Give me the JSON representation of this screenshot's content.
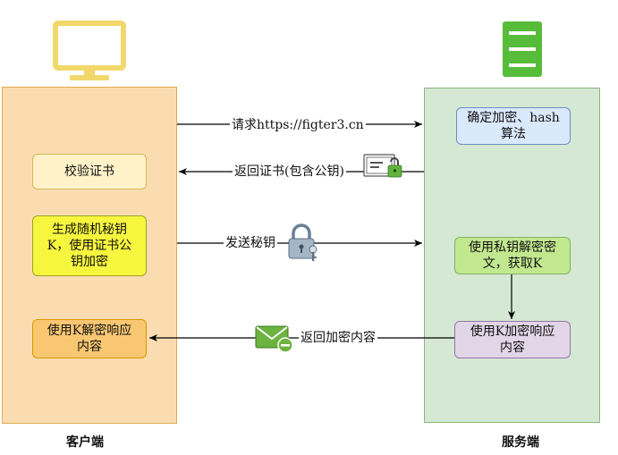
{
  "lanes": {
    "client": {
      "label": "客户端"
    },
    "server": {
      "label": "服务端"
    }
  },
  "client_steps": {
    "verify_cert": "校验证书",
    "gen_key_line1": "生成随机秘钥",
    "gen_key_line2": "K，使用证书公",
    "gen_key_line3": "钥加密",
    "decrypt_line1": "使用K解密响应",
    "decrypt_line2": "内容"
  },
  "server_steps": {
    "choose_alg_line1": "确定加密、hash",
    "choose_alg_line2": "算法",
    "decrypt_key_line1": "使用私钥解密密",
    "decrypt_key_line2": "文，获取K",
    "encrypt_line1": "使用K加密响应",
    "encrypt_line2": "内容"
  },
  "edges": {
    "request": "请求https://figter3.cn",
    "return_cert": "返回证书(包含公钥)",
    "send_key": "发送秘钥",
    "return_content": "返回加密内容"
  },
  "icons": {
    "client": "monitor-icon",
    "server": "server-icon",
    "certificate": "certificate-lock-icon",
    "padlock": "padlock-key-icon",
    "envelope": "envelope-icon"
  },
  "colors": {
    "client_lane": "#fbdcb1",
    "server_lane": "#d5e8d4",
    "monitor": "#f5e37d",
    "server": "#57bc3a"
  }
}
